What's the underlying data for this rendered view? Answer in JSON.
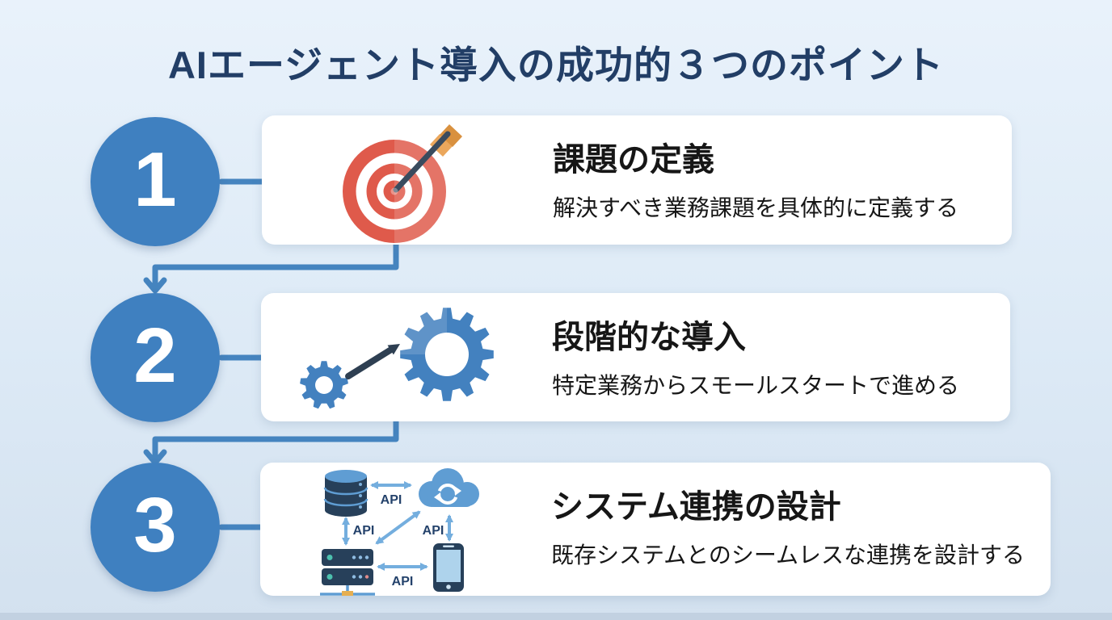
{
  "title": "AIエージェント導入の成功的３つのポイント",
  "colors": {
    "bg_top": "#e9f2fb",
    "bg_mid": "#ddeaf6",
    "bg_bottom": "#d3e1ef",
    "title_navy": "#223e66",
    "circle_blue": "#3f80c0",
    "connector_blue": "#4584bf",
    "card_white": "#ffffff",
    "text_black": "#161616",
    "target_red": "#df5a4b",
    "arrow_slate": "#3a4b5e",
    "feather_light": "#eba75c",
    "feather_dark": "#d9913f",
    "gear_blue": "#4381bf",
    "dark_arrow": "#2e3f52",
    "device_navy": "#27405a",
    "device_blue": "#5f9dd3",
    "link_blue": "#74aede",
    "api_navy": "#24426b",
    "teal_dot": "#4cc0ae",
    "gold": "#e5af52"
  },
  "steps": [
    {
      "number": "1",
      "icon": "target-bullseye",
      "title": "課題の定義",
      "description": "解決すべき業務課題を具体的に定義する"
    },
    {
      "number": "2",
      "icon": "gears-small-to-large",
      "title": "段階的な導入",
      "description": "特定業務からスモールスタートで進める"
    },
    {
      "number": "3",
      "icon": "system-integration-api-diagram",
      "title": "システム連携の設計",
      "description": "既存システムとのシームレスな連携を設計する"
    }
  ],
  "diagram": {
    "api_label": "API"
  }
}
